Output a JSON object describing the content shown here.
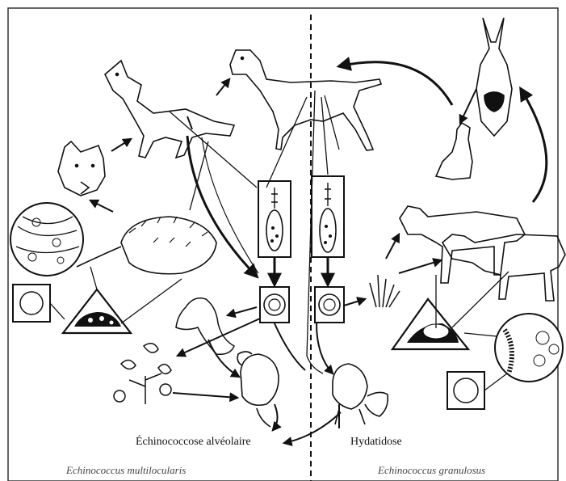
{
  "labels": {
    "left_disease": "Échinococcose alvéolaire",
    "right_disease": "Hydatidose",
    "left_species": "Echinococcus multilocularis",
    "right_species": "Echinococcus granulosus"
  },
  "illustrations": {
    "left_cycle": [
      "fox",
      "wolf",
      "vole",
      "dog",
      "tapeworm",
      "egg",
      "cyst",
      "berries",
      "human"
    ],
    "right_cycle": [
      "dog",
      "puppy",
      "carcass",
      "sheep",
      "cow",
      "grass",
      "tapeworm",
      "egg",
      "hydatid-cyst",
      "human"
    ]
  },
  "colors": {
    "ink": "#111111",
    "paper": "#ffffff"
  }
}
